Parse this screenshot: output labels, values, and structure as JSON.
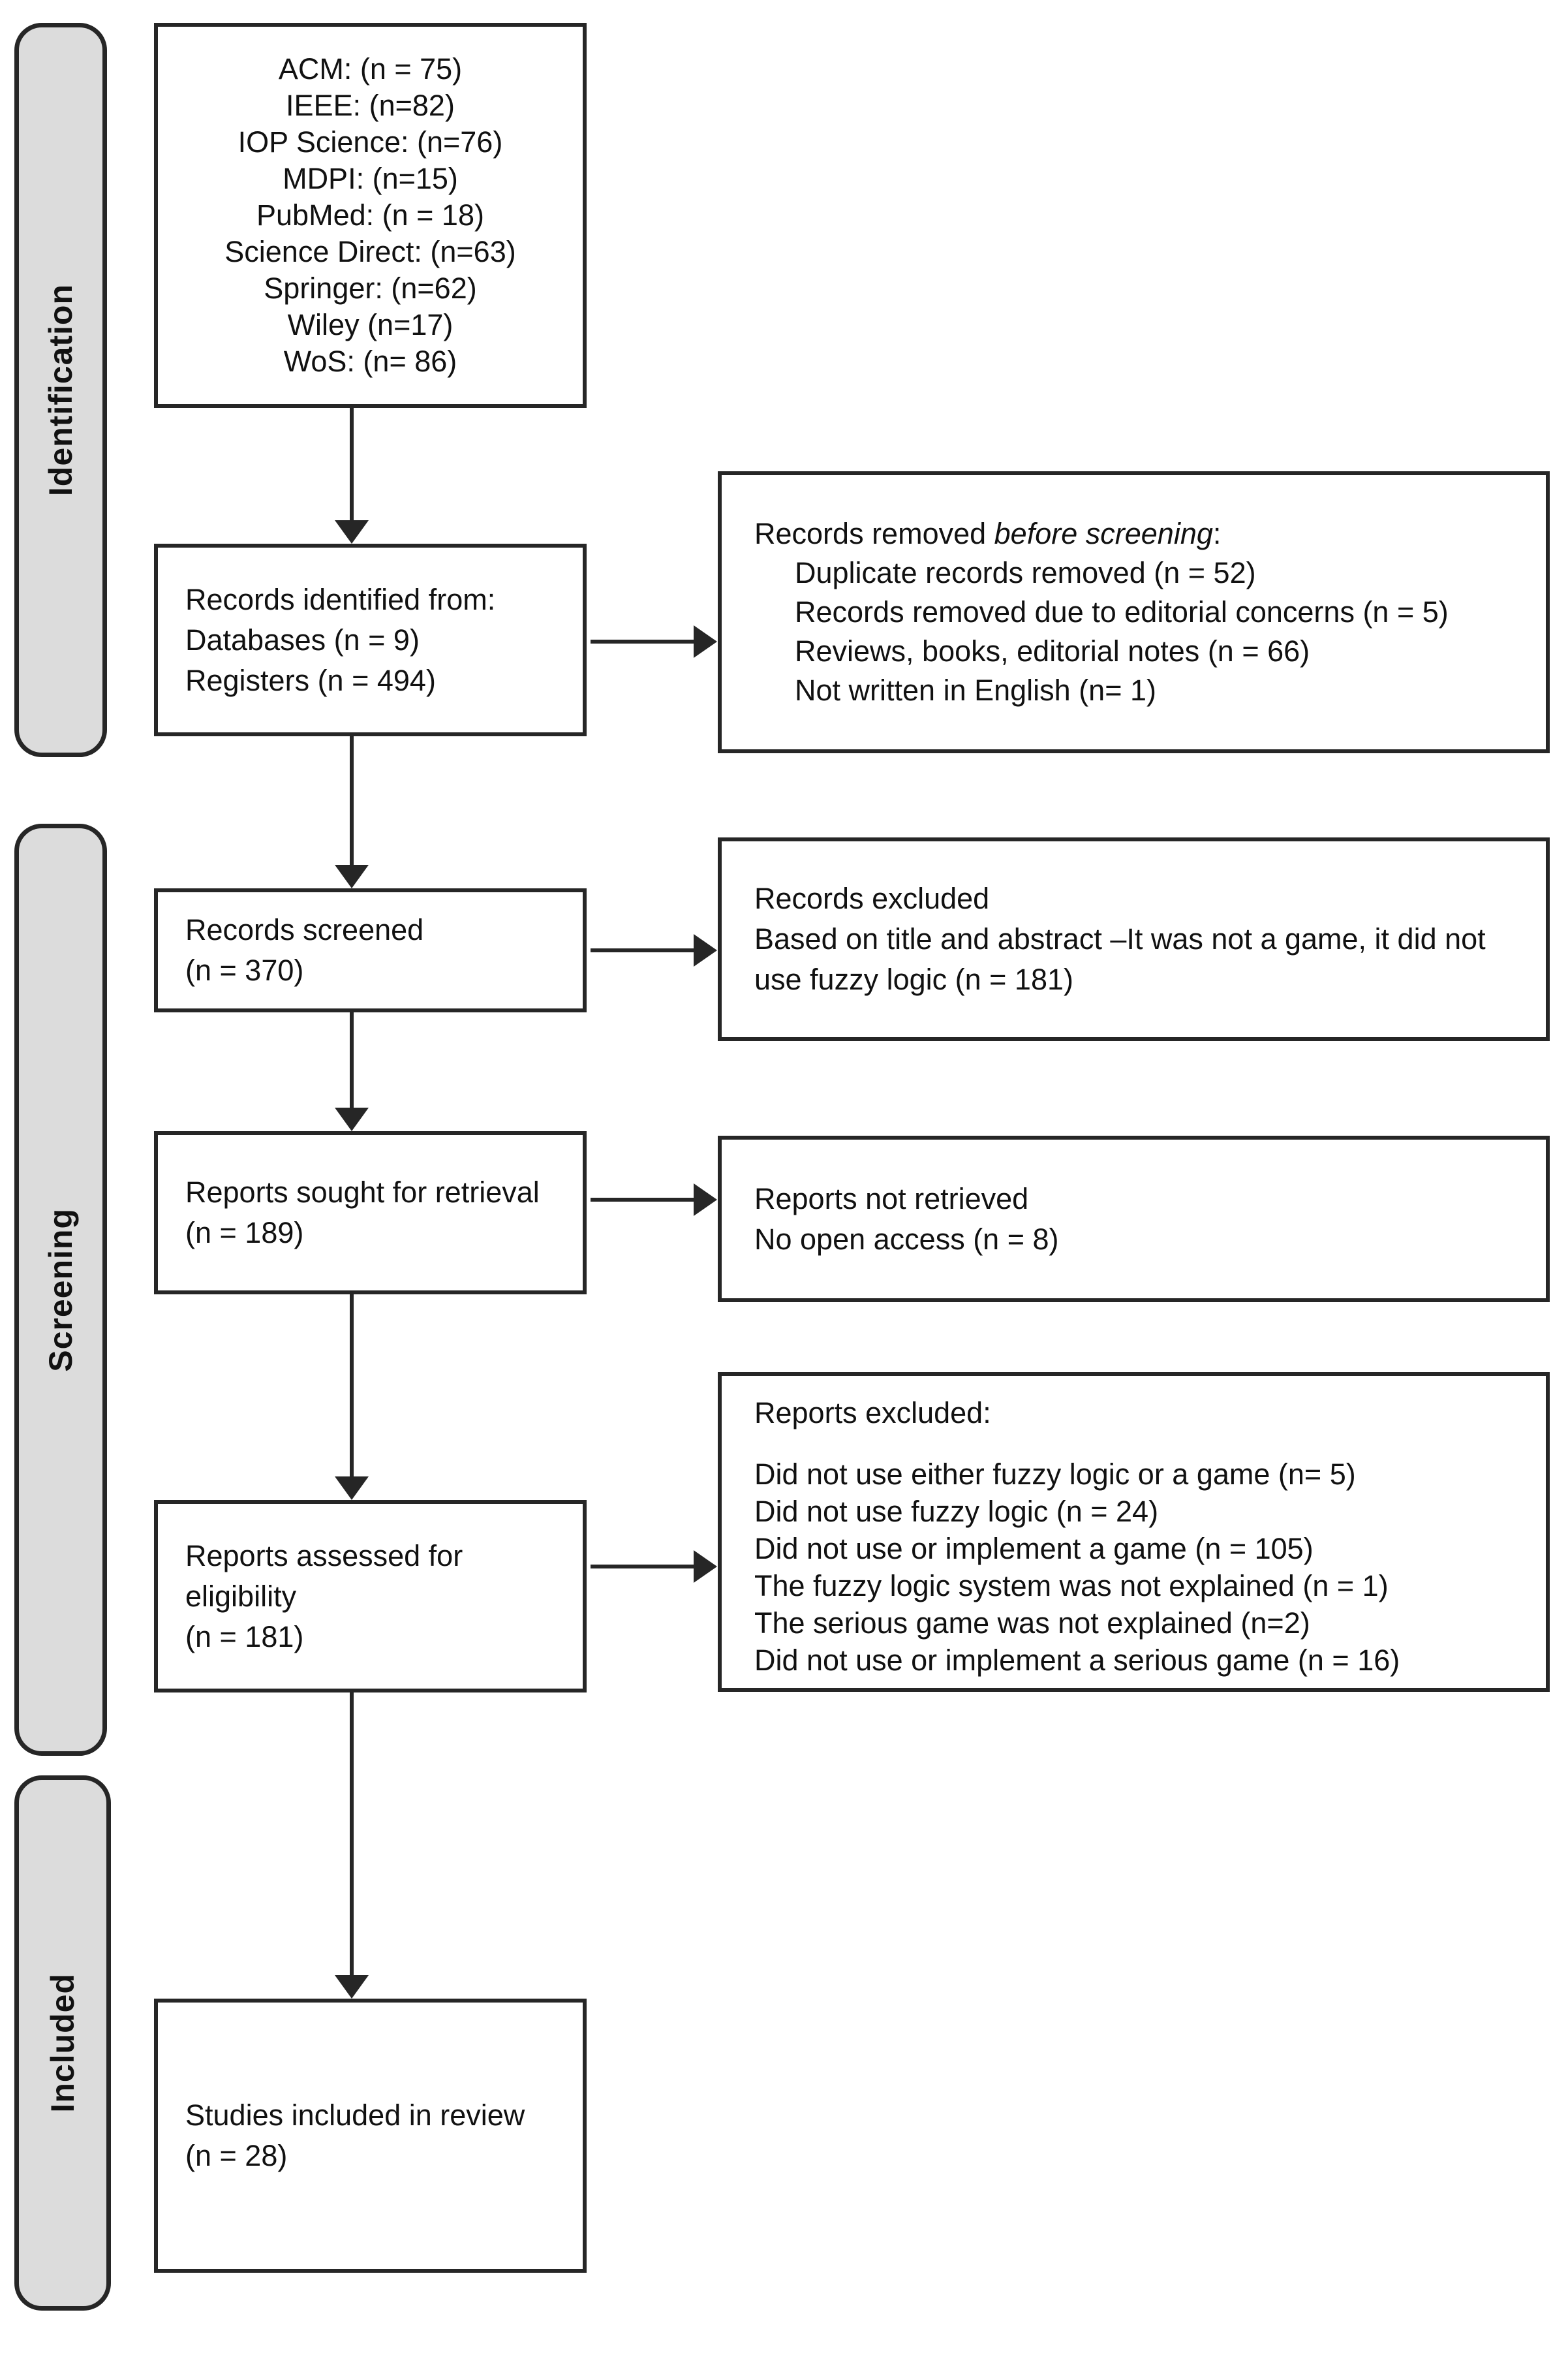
{
  "diagram": {
    "colors": {
      "stage_fill": "#dcdcdc",
      "box_fill": "#ffffff",
      "line": "#262626",
      "background": "#ffffff"
    },
    "stages": {
      "identification": "Identification",
      "screening": "Screening",
      "included": "Included"
    },
    "boxes": {
      "databases": {
        "lines": [
          "ACM: (n = 75)",
          "IEEE: (n=82)",
          "IOP Science: (n=76)",
          "MDPI: (n=15)",
          "PubMed: (n = 18)",
          "Science Direct: (n=63)",
          "Springer: (n=62)",
          "Wiley (n=17)",
          "WoS: (n= 86)"
        ]
      },
      "records_identified": {
        "lines": [
          "Records identified from:",
          "Databases (n = 9)",
          "Registers (n = 494)"
        ]
      },
      "records_removed": {
        "heading_prefix": "Records removed ",
        "heading_italic": "before screening",
        "heading_suffix": ":",
        "items": [
          "Duplicate records removed (n = 52)",
          "Records removed due to editorial concerns (n = 5)",
          "Reviews, books, editorial notes (n = 66)",
          "Not written in English (n= 1)"
        ]
      },
      "records_screened": {
        "lines": [
          "Records screened",
          "(n = 370)"
        ]
      },
      "records_excluded": {
        "lines": [
          "Records excluded",
          "Based on title and abstract –It was not a game, it did not use fuzzy logic (n = 181)"
        ]
      },
      "reports_sought": {
        "lines": [
          "Reports sought for retrieval",
          "(n = 189)"
        ]
      },
      "reports_not_retrieved": {
        "lines": [
          "Reports not retrieved",
          "No open access (n = 8)"
        ]
      },
      "reports_assessed": {
        "lines": [
          "Reports assessed for",
          "eligibility",
          "(n = 181)"
        ]
      },
      "reports_excluded": {
        "heading": "Reports excluded:",
        "items": [
          "Did not use either fuzzy logic or a game (n= 5)",
          "Did not use fuzzy logic (n = 24)",
          "Did not use or implement a game (n = 105)",
          "The fuzzy logic system was not explained (n = 1)",
          "The serious game was not explained (n=2)",
          "Did not use or implement a serious game (n = 16)"
        ]
      },
      "studies_included": {
        "lines": [
          "Studies included in review",
          "(n = 28)"
        ]
      }
    }
  }
}
